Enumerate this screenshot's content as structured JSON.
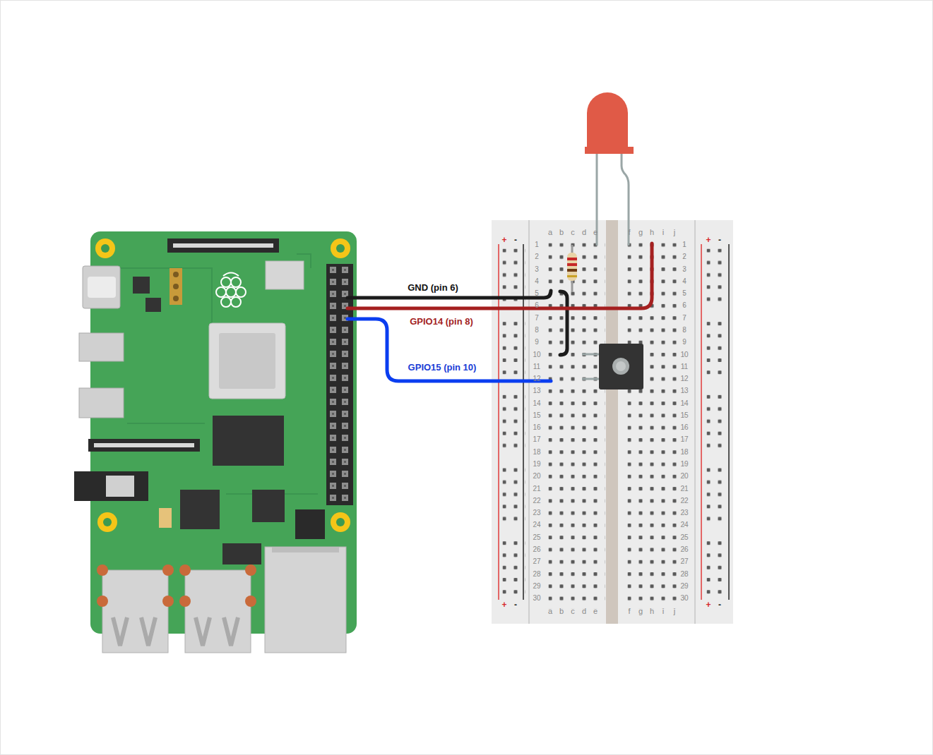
{
  "diagram": {
    "labels": [
      "GND (pin 6)",
      "GPIO14 (pin 8)",
      "GPIO15 (pin 10)",
      "a",
      "b",
      "c",
      "d",
      "e",
      "f",
      "g",
      "h",
      "i",
      "j",
      "1",
      "2",
      "3",
      "4",
      "5",
      "6",
      "7",
      "8",
      "9",
      "10",
      "11",
      "12",
      "13",
      "14",
      "15",
      "16",
      "17",
      "18",
      "19",
      "20",
      "21",
      "22",
      "23",
      "24",
      "25",
      "26",
      "27",
      "28",
      "29",
      "30",
      "1",
      "2",
      "3",
      "4",
      "5",
      "6",
      "7",
      "8",
      "9",
      "10",
      "11",
      "12",
      "13",
      "14",
      "15",
      "16",
      "17",
      "18",
      "19",
      "20",
      "21",
      "22",
      "23",
      "24",
      "25",
      "26",
      "27",
      "28",
      "29",
      "30",
      "a",
      "b",
      "c",
      "d",
      "e",
      "f",
      "g",
      "h",
      "i",
      "j",
      "+",
      "-",
      "+",
      "-",
      "+",
      "-",
      "+",
      "-"
    ]
  }
}
